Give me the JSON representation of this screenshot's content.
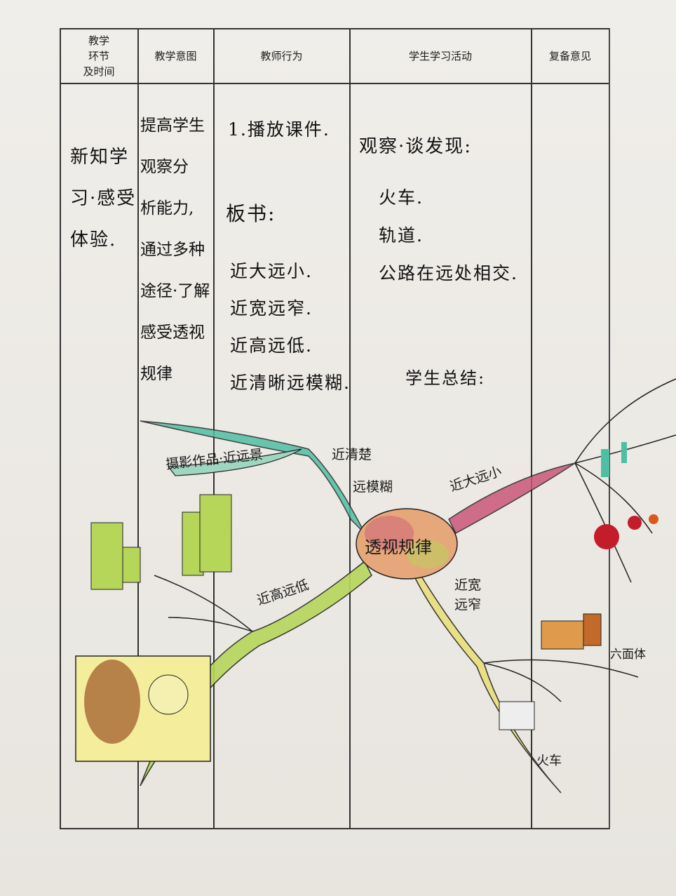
{
  "table": {
    "headers": [
      "教学环节及时间",
      "教学意图",
      "教师行为",
      "学生学习活动",
      "复备意见"
    ],
    "header_lines_col1": [
      "教学",
      "环节",
      "及时间"
    ],
    "row": {
      "stage": [
        "新知学",
        "习·感受",
        "体验."
      ],
      "intent": [
        "提高学生",
        "观察分",
        "析能力,",
        "通过多种",
        "途径·了解",
        "感受透视",
        "规律"
      ],
      "teacher": {
        "step1": "1.播放课件.",
        "board_label": "板书:",
        "board_items": [
          "近大远小.",
          "近宽远窄.",
          "近高远低.",
          "近清晰远模糊."
        ]
      },
      "student": {
        "observe": "观察·谈发现:",
        "items": [
          "火车.",
          "轨道.",
          "公路在远处相交."
        ],
        "summary": "学生总结:"
      }
    }
  },
  "mind_map": {
    "center": "透视规律",
    "branches": {
      "big_small": "近大远小",
      "wide_narrow": [
        "近宽",
        "远窄"
      ],
      "high_low": "近高远低",
      "clear_blur": [
        "近清楚",
        "远模糊"
      ],
      "photo": "摄影作品·近远景"
    },
    "labels": {
      "cube": "六面体",
      "train": "火车"
    },
    "colors": {
      "center": "#e6a77a",
      "pink": "#c9577a",
      "teal": "#4fbfa3",
      "green": "#b6d65a",
      "yellow": "#e9df7a"
    }
  }
}
